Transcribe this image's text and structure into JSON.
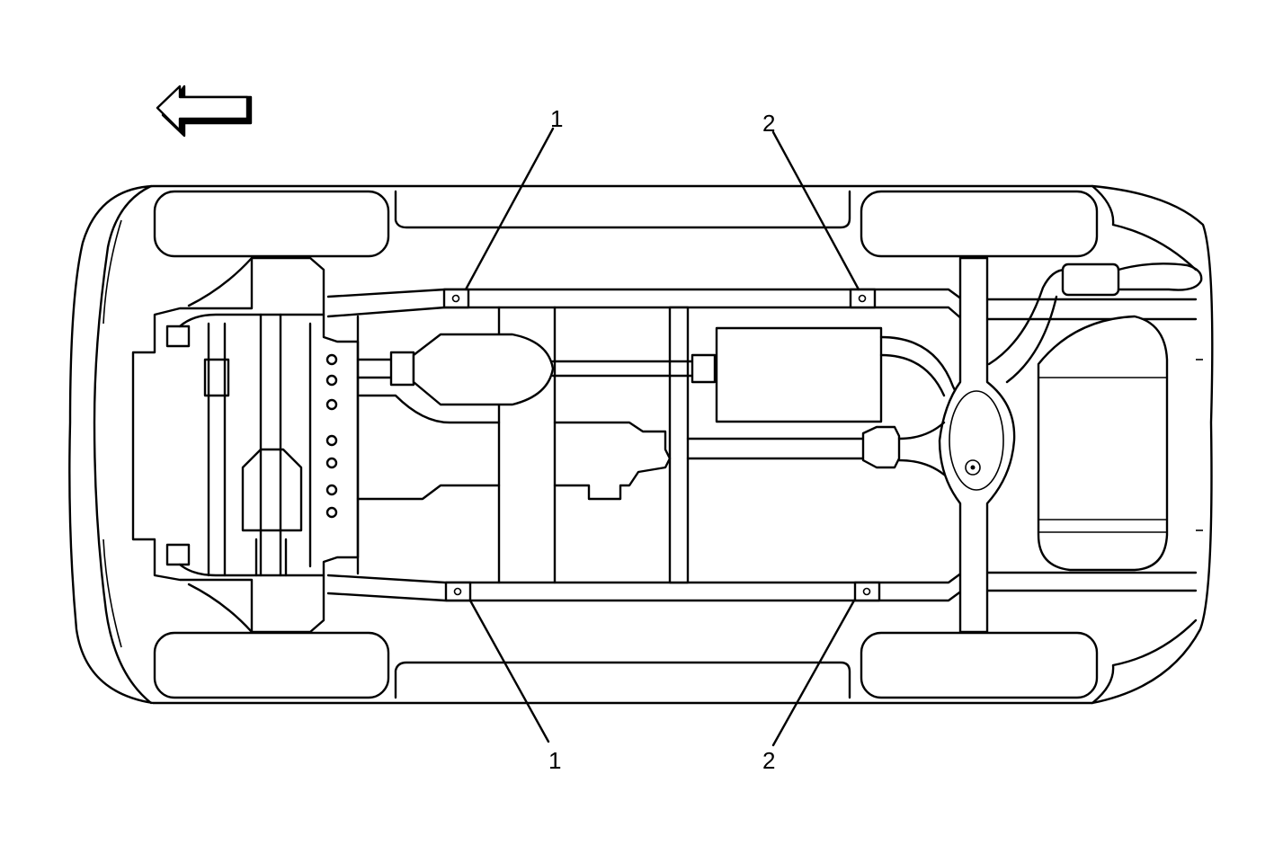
{
  "diagram": {
    "callouts": [
      {
        "id": "front-upper",
        "label": "1"
      },
      {
        "id": "rear-upper",
        "label": "2"
      },
      {
        "id": "front-lower",
        "label": "1"
      },
      {
        "id": "rear-lower",
        "label": "2"
      }
    ],
    "icons": {
      "direction": "forward-arrow-icon"
    }
  }
}
